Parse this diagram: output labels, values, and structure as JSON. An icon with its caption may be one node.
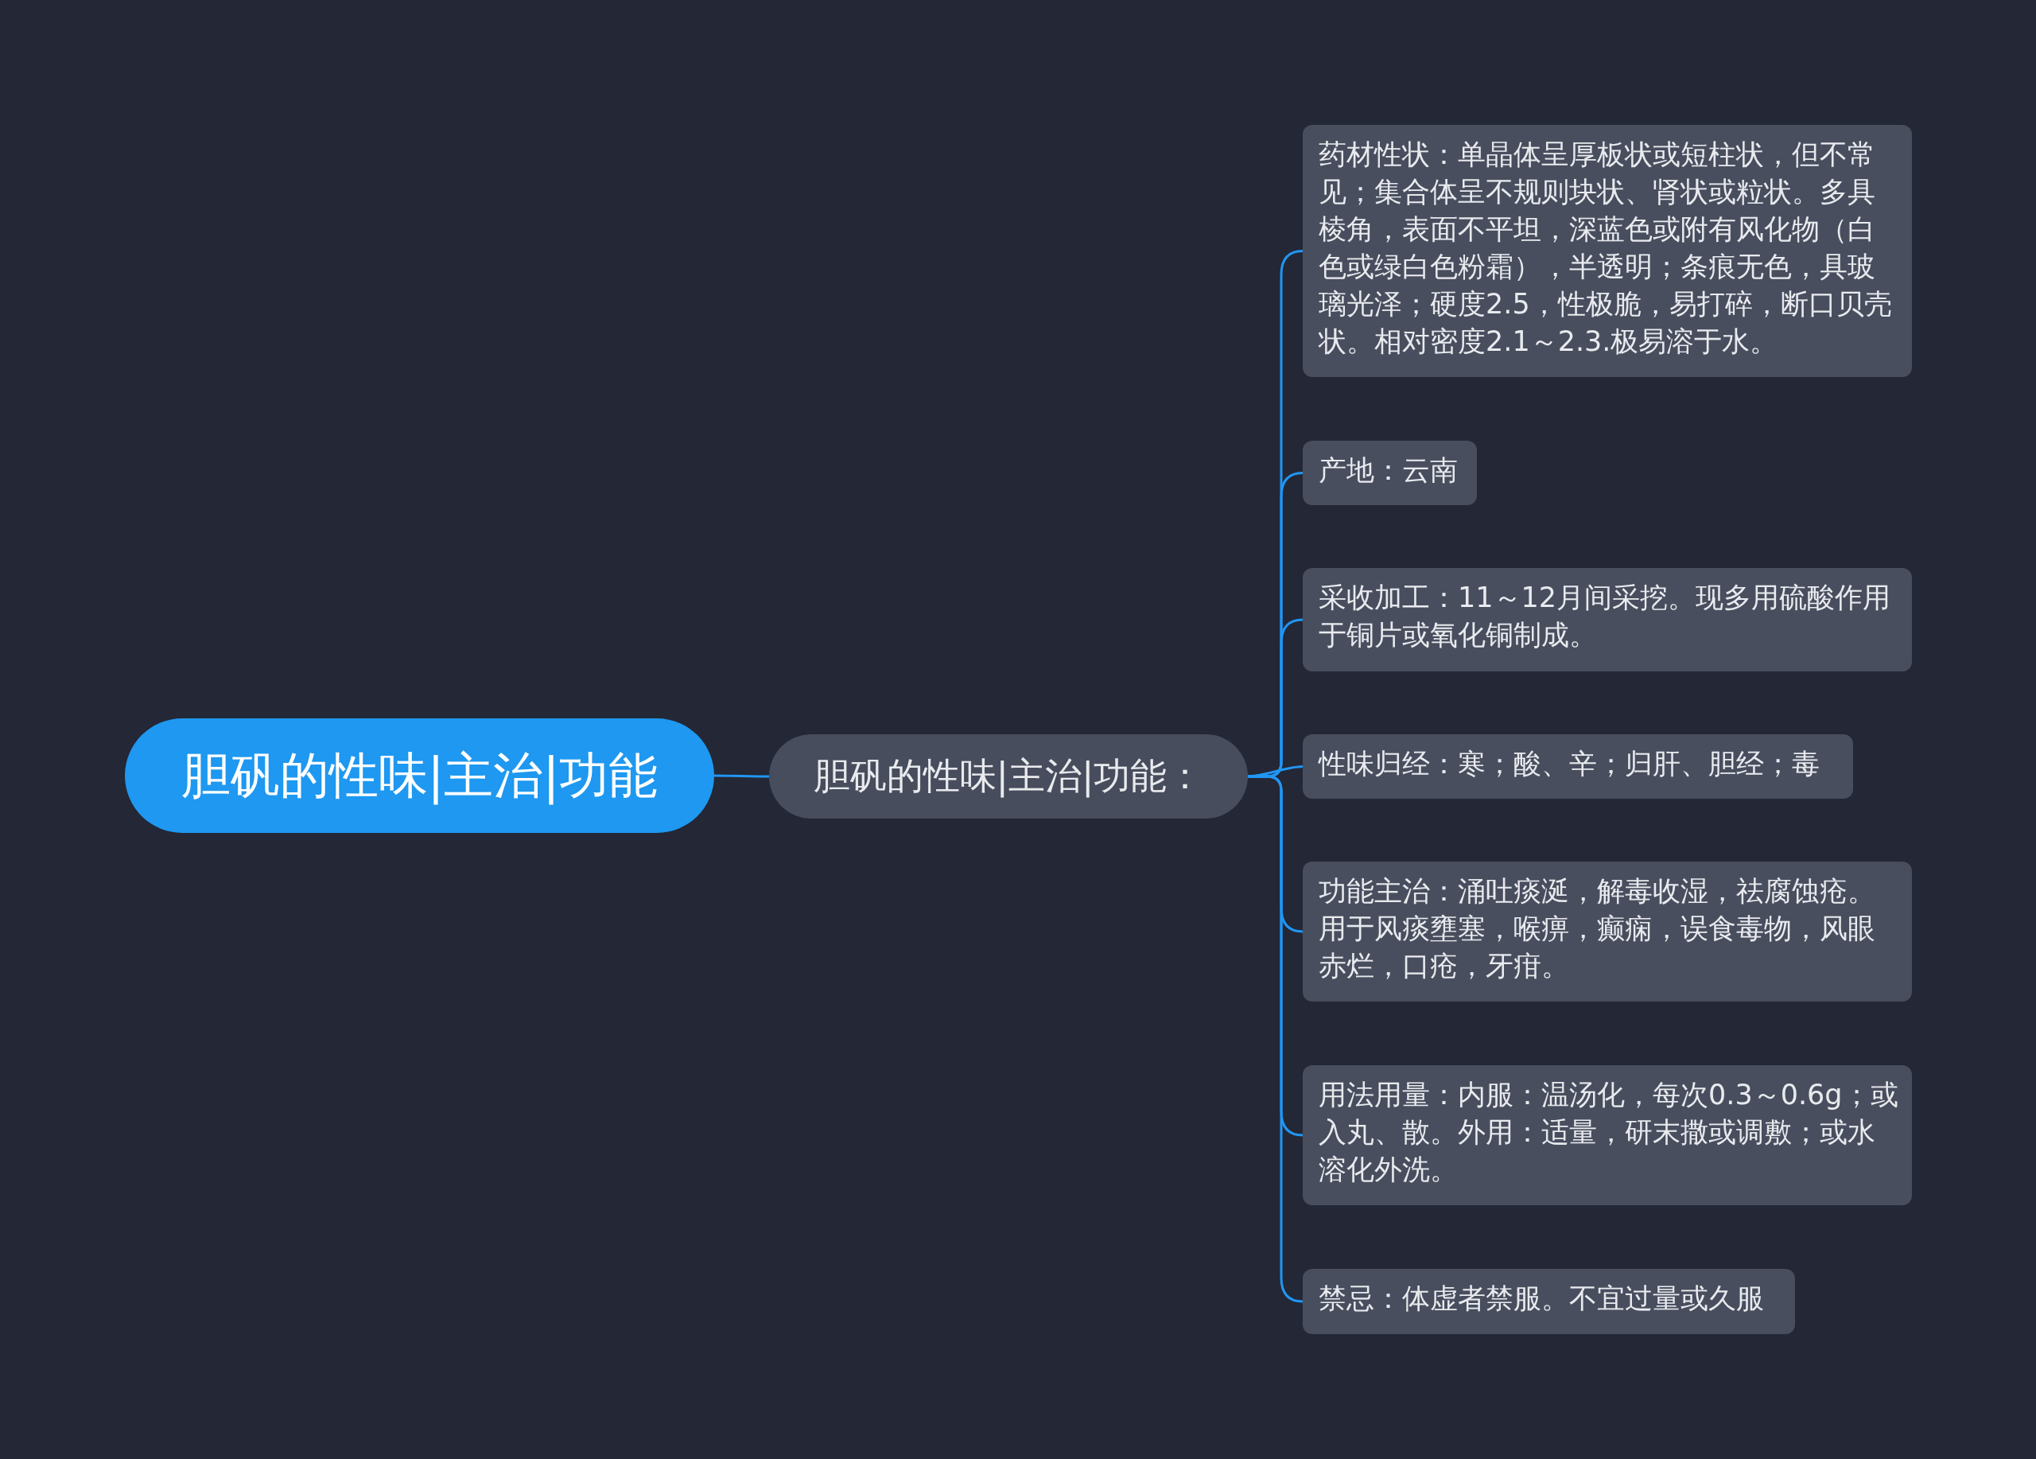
{
  "diagram": {
    "nodes": [
      {
        "text": [
          "胆矾的性味|主治|功能"
        ]
      },
      {
        "text": [
          "胆矾的性味|主治|功能："
        ]
      },
      {
        "text": [
          "药材性状：单晶体呈厚板状或短柱状，但不常见；集合体呈不规则块状、肾状或粒状。多具棱角，表面不平坦，深蓝色或附有风化物（白色或绿白色粉霜），半透明；条痕无色，具玻璃光泽；硬度2.5，性极脆，易打碎，断口贝壳状。相对密度2.1～2.3.极易溶于水。"
        ]
      },
      {
        "text": [
          "产地：云南"
        ]
      },
      {
        "text": [
          "采收加工：11～12月间采挖。现多用硫酸作用于铜片或氧化铜制成。"
        ]
      },
      {
        "text": [
          "性味归经：寒；酸、辛；归肝、胆经；毒"
        ]
      },
      {
        "text": [
          "功能主治：涌吐痰涎，解毒收湿，祛腐蚀疮。用于风痰壅塞，喉痹，癫痫，误食毒物，风眼赤烂，口疮，牙疳。"
        ]
      },
      {
        "text": [
          "用法用量：内服：温汤化，每次0.3～0.6g；或入丸、散。外用：适量，研末撒或调敷；或水溶化外洗。"
        ]
      },
      {
        "text": [
          "禁忌：体虚者禁服。不宜过量或久服"
        ]
      }
    ],
    "edges": [
      {
        "from": 0,
        "to": 1,
        "arrow": "none"
      },
      {
        "from": 1,
        "to": 2,
        "arrow": "none"
      },
      {
        "from": 1,
        "to": 3,
        "arrow": "none"
      },
      {
        "from": 1,
        "to": 4,
        "arrow": "none"
      },
      {
        "from": 1,
        "to": 5,
        "arrow": "none"
      },
      {
        "from": 1,
        "to": 6,
        "arrow": "none"
      },
      {
        "from": 1,
        "to": 7,
        "arrow": "none"
      },
      {
        "from": 1,
        "to": 8,
        "arrow": "none"
      }
    ]
  }
}
